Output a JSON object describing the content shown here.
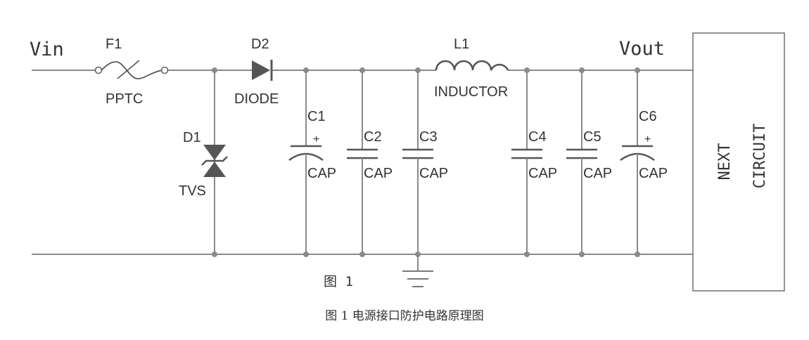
{
  "labels": {
    "vin": "Vin",
    "vout": "Vout",
    "f1": "F1",
    "f1_type": "PPTC",
    "d2": "D2",
    "d2_type": "DIODE",
    "d1": "D1",
    "d1_type": "TVS",
    "l1": "L1",
    "l1_type": "INDUCTOR",
    "plus": "+"
  },
  "capacitors": [
    {
      "ref": "C1",
      "type": "CAP",
      "polarized": true
    },
    {
      "ref": "C2",
      "type": "CAP",
      "polarized": false
    },
    {
      "ref": "C3",
      "type": "CAP",
      "polarized": false
    },
    {
      "ref": "C4",
      "type": "CAP",
      "polarized": false
    },
    {
      "ref": "C5",
      "type": "CAP",
      "polarized": false
    },
    {
      "ref": "C6",
      "type": "CAP",
      "polarized": true
    }
  ],
  "next_circuit": {
    "line1": "NEXT",
    "line2": "CIRCUIT"
  },
  "figure_label": "图  1",
  "caption": "图 1 电源接口防护电路原理图"
}
